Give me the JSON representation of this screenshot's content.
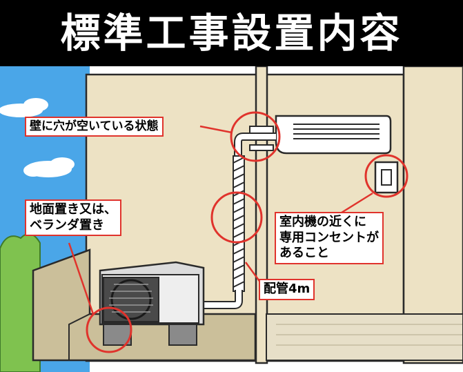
{
  "title": "標準工事設置内容",
  "callouts": {
    "wall_hole": "壁に穴が空いている状態",
    "ground": {
      "line1": "地面置き又は、",
      "line2": "ベランダ置き"
    },
    "outlet": {
      "line1": "室内機の近くに",
      "line2": "専用コンセントが",
      "line3": "あること"
    },
    "pipe": "配管4m"
  },
  "colors": {
    "title_bg": "#000000",
    "title_text": "#ffffff",
    "highlight": "#e0332c",
    "sky": "#4aa6e8",
    "wall": "#ede2c4",
    "floor": "#cbbf9a"
  }
}
